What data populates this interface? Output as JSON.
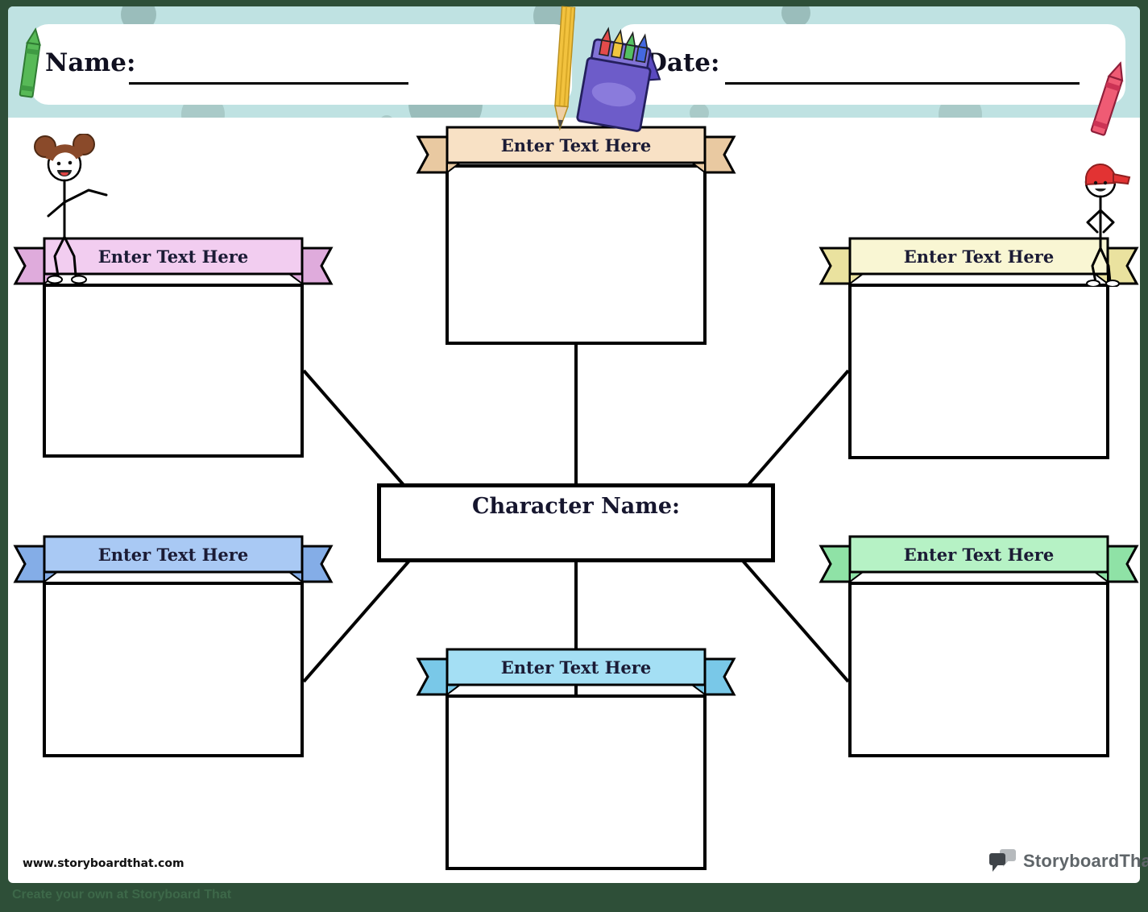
{
  "header": {
    "name_label": "Name:",
    "date_label": "Date:"
  },
  "center_box": {
    "label": "Character Name:"
  },
  "ribbons": [
    {
      "position": "top-center",
      "label": "Enter Text Here",
      "color": "#f8e1c5",
      "tail": "#e9c9a1"
    },
    {
      "position": "left-upper",
      "label": "Enter Text Here",
      "color": "#f2cdf0",
      "tail": "#dfabdc"
    },
    {
      "position": "right-upper",
      "label": "Enter Text Here",
      "color": "#f9f6d3",
      "tail": "#eae29f"
    },
    {
      "position": "left-lower",
      "label": "Enter Text Here",
      "color": "#a9c9f4",
      "tail": "#84ade7"
    },
    {
      "position": "right-lower",
      "label": "Enter Text Here",
      "color": "#b6f2c5",
      "tail": "#8fe2a6"
    },
    {
      "position": "bottom-center",
      "label": "Enter Text Here",
      "color": "#a4dff4",
      "tail": "#79c8e8"
    }
  ],
  "footer": {
    "website": "www.storyboardthat.com",
    "tagline": "Create your own at Storyboard That",
    "logo_text": "StoryboardThat"
  },
  "colors": {
    "frame": "#2e4f38",
    "header_band": "#bfe2e2",
    "ribbon_text": "#1b1b35",
    "connector": "#000000"
  },
  "icons": {
    "green-crayon-icon": "green crayon",
    "red-crayon-icon": "red crayon",
    "pencil-icon": "yellow pencil",
    "crayon-box-icon": "purple crayon box with crayons",
    "girl-figure-illustration": "stick-figure girl with hair buns",
    "boy-figure-illustration": "stick-figure boy with red cap",
    "storyboardthat-logo-icon": "overlapping speech bubbles"
  }
}
